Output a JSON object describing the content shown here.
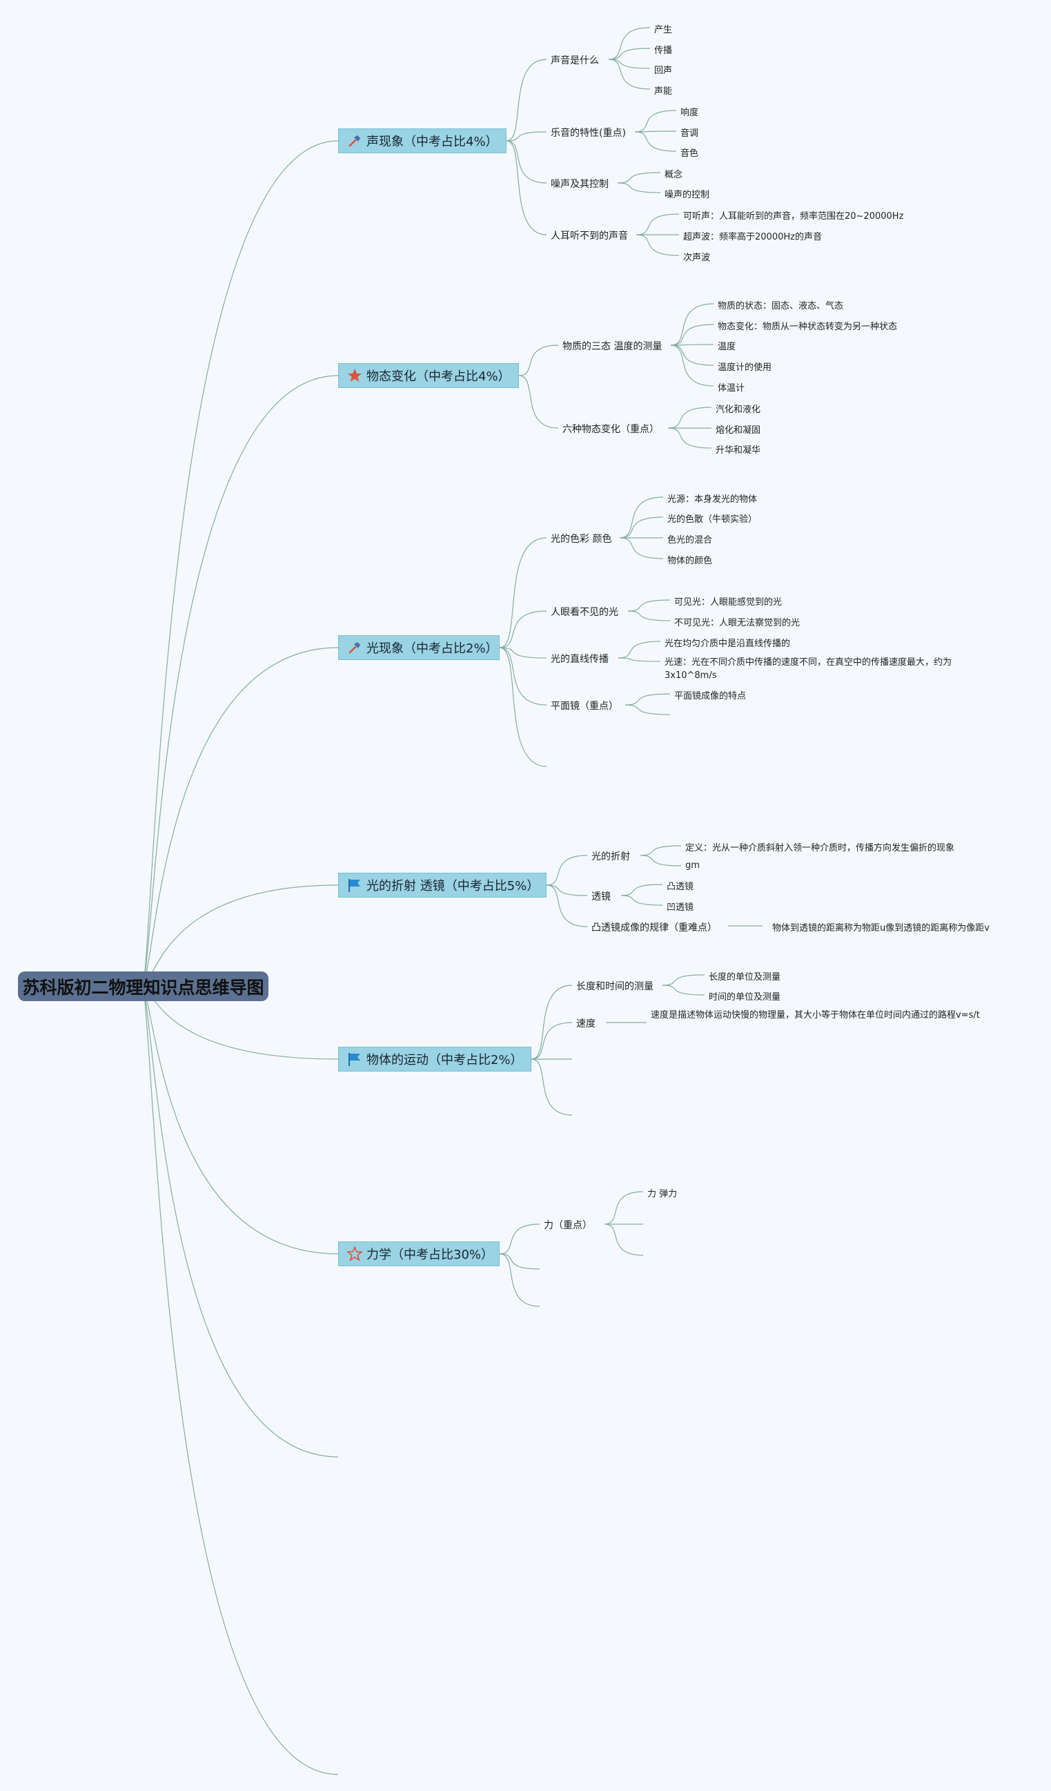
{
  "root": {
    "title": "苏科版初二物理知识点思维导图"
  },
  "branches": {
    "sound": {
      "title": "声现象（中考占比4%）",
      "icon": "hammer-icon",
      "subs": {
        "what": {
          "label": "声音是什么",
          "leaves": [
            "产生",
            "传播",
            "回声",
            "声能"
          ]
        },
        "traits": {
          "label": "乐音的特性(重点)",
          "leaves": [
            "响度",
            "音调",
            "音色"
          ]
        },
        "noise": {
          "label": "噪声及其控制",
          "leaves": [
            "概念",
            "噪声的控制"
          ]
        },
        "inaudible": {
          "label": "人耳听不到的声音",
          "leaves": [
            "可听声：人耳能听到的声音，频率范围在20~20000Hz",
            "超声波：频率高于20000Hz的声音",
            "次声波"
          ]
        }
      }
    },
    "state": {
      "title": "物态变化（中考占比4%）",
      "icon": "star-icon",
      "subs": {
        "three": {
          "label": "物质的三态 温度的测量",
          "leaves": [
            "物质的状态：固态、液态、气态",
            "物态变化：物质从一种状态转变为另一种状态",
            "温度",
            "温度计的使用",
            "体温计"
          ]
        },
        "six": {
          "label": "六种物态变化（重点）",
          "leaves": [
            "汽化和液化",
            "熔化和凝固",
            "升华和凝华"
          ]
        }
      }
    },
    "light": {
      "title": "光现象（中考占比2%）",
      "icon": "hammer-icon",
      "subs": {
        "color": {
          "label": "光的色彩 颜色",
          "leaves": [
            "光源：本身发光的物体",
            "光的色散（牛顿实验）",
            "色光的混合",
            "物体的颜色"
          ]
        },
        "invisible": {
          "label": "人眼看不见的光",
          "leaves": [
            "可见光：人眼能感觉到的光",
            "不可见光：人眼无法察觉到的光"
          ]
        },
        "straight": {
          "label": "光的直线传播",
          "leaves": [
            "光在均匀介质中是沿直线传播的",
            "光速：光在不同介质中传播的速度不同，在真空中的传播速度最大，约为3x10^8m/s"
          ]
        },
        "mirror": {
          "label": "平面镜（重点）",
          "leaves": [
            "平面镜成像的特点"
          ]
        }
      }
    },
    "refraction": {
      "title": "光的折射 透镜（中考占比5%）",
      "icon": "flag-icon",
      "subs": {
        "refr": {
          "label": "光的折射",
          "leaves": [
            "定义：光从一种介质斜射入领一种介质时，传播方向发生偏折的现象",
            "gm"
          ]
        },
        "lens": {
          "label": "透镜",
          "leaves": [
            "凸透镜",
            "凹透镜"
          ]
        },
        "convex": {
          "label": "凸透镜成像的规律（重难点）",
          "leaves": [
            "物体到透镜的距离称为物距u像到透镜的距离称为像距v"
          ]
        }
      }
    },
    "motion": {
      "title": "物体的运动（中考占比2%）",
      "icon": "flag-icon",
      "subs": {
        "measure": {
          "label": "长度和时间的测量",
          "leaves": [
            "长度的单位及测量",
            "时间的单位及测量"
          ]
        },
        "speed": {
          "label": "速度",
          "leaves": [
            "速度是描述物体运动快慢的物理量，其大小等于物体在单位时间内通过的路程v=s/t"
          ]
        }
      }
    },
    "force": {
      "title": "力学（中考占比30%）",
      "icon": "star-outline-icon",
      "subs": {
        "force": {
          "label": "力（重点）",
          "leaves": [
            "力 弹力"
          ]
        }
      }
    }
  },
  "colors": {
    "background": "#f5f9fd",
    "root_fill": "#5c7191",
    "branch_fill": "#99d3e4",
    "connector": "#84ad9c",
    "icon_red": "#e0503a",
    "icon_blue": "#2a8ad1"
  }
}
